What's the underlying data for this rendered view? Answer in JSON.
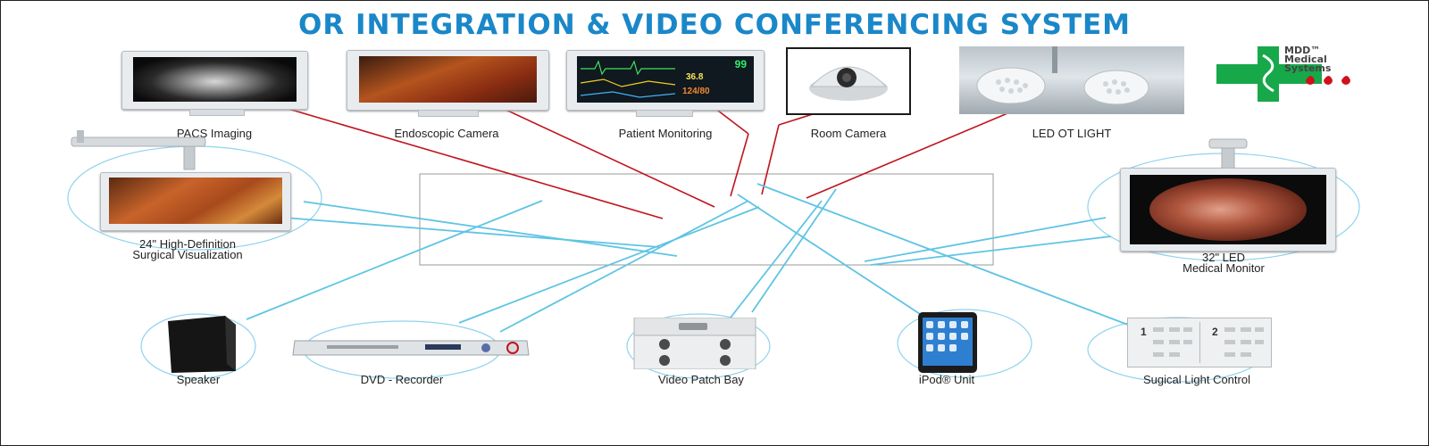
{
  "title": "OR INTEGRATION & VIDEO CONFERENCING SYSTEM",
  "logo": {
    "lines": [
      "MDD™",
      "Medical",
      "Systems"
    ],
    "cross_color": "#17a84a",
    "drop_color": "#d0101b"
  },
  "colors": {
    "title": "#1a87c8",
    "input_link": "#c0141e",
    "output_link": "#5fc4e4",
    "bubble": "#8fd3ee"
  },
  "devices": {
    "pacs": "PACS Imaging",
    "endoscopic": "Endoscopic Camera",
    "patient_monitoring": "Patient Monitoring",
    "room_camera": "Room Camera",
    "led_ot_light": "LED OT LIGHT",
    "hd_visualization": [
      "24\" High-Definition",
      "Surgical Visualization"
    ],
    "led_medical_monitor": [
      "32\" LED",
      "Medical Monitor"
    ],
    "speaker": "Speaker",
    "dvd_recorder": "DVD - Recorder",
    "video_patch_bay": "Video Patch Bay",
    "ipod_unit": "iPod® Unit",
    "surgical_light_control": "Sugical Light Control"
  },
  "patient_monitor_readouts": [
    "99",
    "36.8",
    "124/80"
  ],
  "light_control_channels": [
    "1",
    "2"
  ]
}
